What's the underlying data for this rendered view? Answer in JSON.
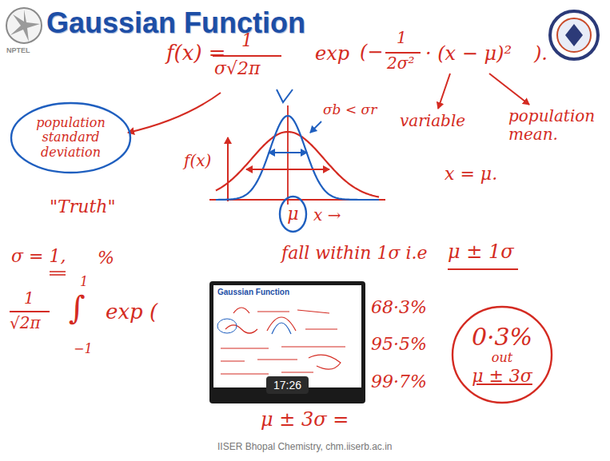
{
  "diagram": {
    "title": "Gaussian Function",
    "nodes": [
      {
        "text": [
          "population standard deviation"
        ]
      },
      {
        "text": [
          "μ"
        ]
      },
      {
        "text": [
          "Gaussian Function",
          "17:26"
        ]
      },
      {
        "text": [
          "0·3%",
          "out",
          "μ ± 3σ"
        ]
      }
    ],
    "labels": [
      "NPTEL",
      "f(x) =",
      "1",
      "σ√2π",
      "exp",
      "(−",
      "1",
      "2σ²",
      "· (x − μ)²",
      ").",
      "variable",
      "population mean.",
      "σb < σr",
      "f(x)",
      "x →",
      "x = μ.",
      "\"Truth\"",
      "σ = 1,",
      "%",
      "fall within 1σ i.e",
      "μ ± 1σ",
      "1",
      "√2π",
      "1",
      "∫",
      "−1",
      "exp (",
      "68·3%",
      "95·5%",
      "99·7%",
      "μ ± 3σ =",
      "IISER Bhopal Chemistry, chm.iiserb.ac.in"
    ]
  }
}
